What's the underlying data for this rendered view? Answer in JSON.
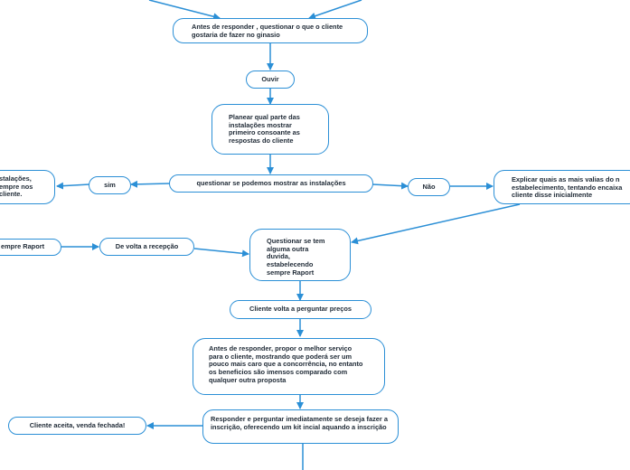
{
  "diagram": {
    "accent_color": "#2b8fd6",
    "nodes": {
      "n_antes_responder": "Antes de responder , questionar o que o cliente gostaria de fazer no ginasio",
      "n_ouvir": "Ouvir",
      "n_planear": "Planear qual parte das instalações mostrar primeiro consoante as respostas do cliente",
      "n_questionar_mostrar": "questionar se podemos mostrar as instalações",
      "n_sim": "sim",
      "n_nao": "Não",
      "n_left_clip": "stalações, empre nos cliente.",
      "n_explicar": "Explicar quais as mais valias do n estabelecimento, tentando encaixa cliente disse inicialmente",
      "n_rapport_left": "empre Raport",
      "n_volta_recepcao": "De volta a recepção",
      "n_questionar_duvida": "Questionar se tem alguma outra duvida, estabelecendo sempre Raport",
      "n_cliente_precos": "Cliente volta a perguntar preços",
      "n_propor": "Antes de responder, propor o melhor serviço para o cliente, mostrando que poderá ser um pouco mais caro que a concorrência, no entanto os beneficios são imensos comparado com qualquer outra proposta",
      "n_responder_inscricao": "Responder e perguntar imediatamente se deseja fazer a inscrição, oferecendo um kit incial aquando a inscrição",
      "n_venda": "Cliente aceita, venda fechada!"
    }
  }
}
